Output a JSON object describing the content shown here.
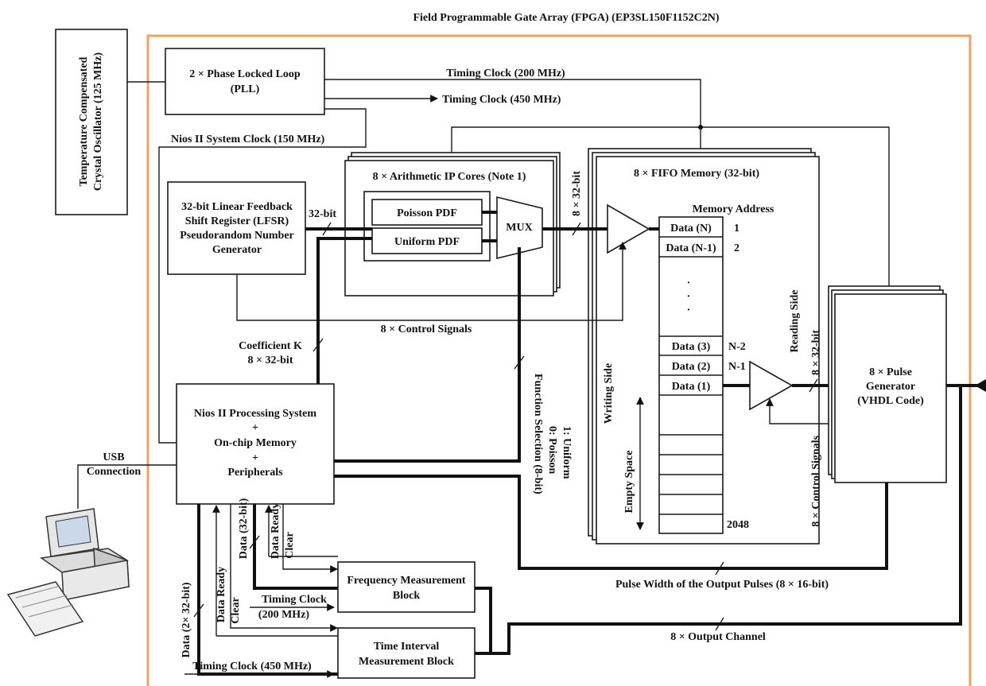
{
  "title": "Field Programmable Gate Array (FPGA) (EP3SL150F1152C2N)",
  "oscillator": {
    "line1": "Temperature Compensated",
    "line2": "Crystal Oscillator (125 MHz)"
  },
  "pll": {
    "line1": "2 × Phase Locked Loop",
    "line2": "(PLL)"
  },
  "clocks": {
    "timing200": "Timing Clock (200 MHz)",
    "timing450": "Timing Clock (450 MHz)",
    "nios150": "Nios II System Clock (150 MHz)",
    "timing_clock_label": "Timing Clock",
    "mhz200": "(200 MHz)",
    "timing450_in": "Timing Clock (450 MHz)"
  },
  "lfsr": {
    "line1": "32-bit Linear Feedback",
    "line2": "Shift Register (LFSR)",
    "line3": "Pseudorandom Number",
    "line4": "Generator",
    "bus": "32-bit"
  },
  "arith": {
    "title": "8 × Arithmetic IP Cores (Note 1)",
    "poisson": "Poisson PDF",
    "uniform": "Uniform PDF",
    "mux": "MUX",
    "bus": "8 × 32-bit"
  },
  "fifo": {
    "title": "8 × FIFO Memory (32-bit)",
    "memory_address": "Memory Address",
    "rows": [
      {
        "data": "Data (N)",
        "addr": "1"
      },
      {
        "data": "Data (N-1)",
        "addr": "2"
      },
      {
        "data": "Data (3)",
        "addr": "N-2"
      },
      {
        "data": "Data (2)",
        "addr": "N-1"
      },
      {
        "data": "Data (1)",
        "addr": ""
      }
    ],
    "dots": "·",
    "last_addr": "2048",
    "writing_side": "Writing Side",
    "reading_side": "Reading Side",
    "empty_space": "Empty Space",
    "read_bus": "8 × 32-bit",
    "control_signals": "8 × Control Signals"
  },
  "control_signals": "8 × Control Signals",
  "coefficient": {
    "line1": "Coefficient K",
    "line2": "8 × 32-bit"
  },
  "function_sel": {
    "line1": "Function Selection (8-bit)",
    "line2": "0: Poisson",
    "line3": "1: Uniform"
  },
  "nios": {
    "line1": "Nios II Processing System",
    "plus": "+",
    "line2": "On-chip Memory",
    "line3": "Peripherals"
  },
  "usb": {
    "line1": "USB",
    "line2": "Connection"
  },
  "pulse": {
    "line1": "8 × Pulse",
    "line2": "Generator",
    "line3": "(VHDL Code)"
  },
  "freq_block": {
    "line1": "Frequency Measurement",
    "line2": "Block"
  },
  "time_block": {
    "line1": "Time Interval",
    "line2": "Measurement Block"
  },
  "signals": {
    "data32": "Data (32-bit)",
    "data_ready": "Data Ready",
    "clear": "Clear",
    "data2x32": "Data (2× 32-bit)"
  },
  "pulse_width": "Pulse Width of the Output Pulses (8 × 16-bit)",
  "output_channel": "8 × Output Channel",
  "colors": {
    "fpga_border": "#f0a15e",
    "line": "#111111"
  }
}
